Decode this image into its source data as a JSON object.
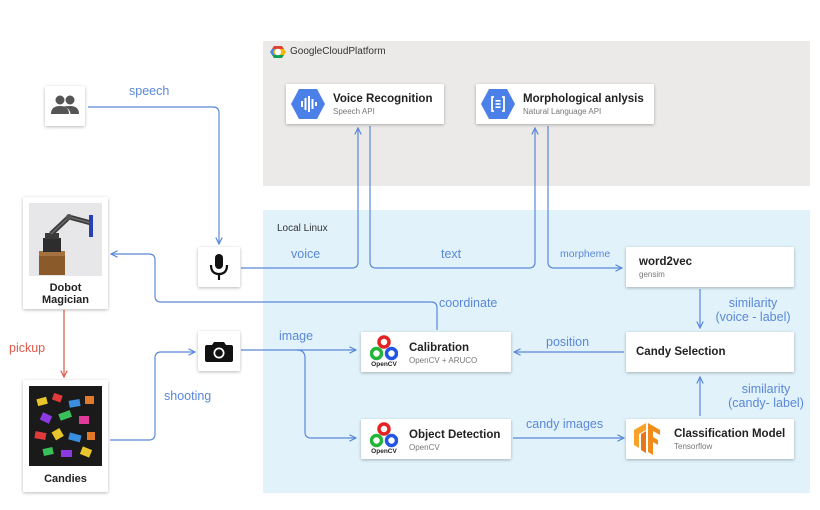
{
  "regions": {
    "gcp": "GoogleCloudPlatform",
    "local": "Local Linux"
  },
  "nodes": {
    "voice_recognition": {
      "title": "Voice Recognition",
      "sub": "Speech API"
    },
    "morphological": {
      "title": "Morphological anlysis",
      "sub": "Natural Language API"
    },
    "word2vec": {
      "title": "word2vec",
      "sub": "gensim"
    },
    "calibration": {
      "title": "Calibration",
      "sub": "OpenCV + ARUCO"
    },
    "candy_selection": {
      "title": "Candy Selection"
    },
    "object_detection": {
      "title": "Object Detection",
      "sub": "OpenCV"
    },
    "classification": {
      "title": "Classification Model",
      "sub": "Tensorflow"
    },
    "dobot": {
      "title_line1": "Dobot",
      "title_line2": "Magician"
    },
    "candies": {
      "title": "Candies"
    },
    "opencv_logo_text": "OpenCV"
  },
  "edges": {
    "speech": "speech",
    "voice": "voice",
    "text": "text",
    "morpheme": "morpheme",
    "coordinate": "coordinate",
    "image": "image",
    "position": "position",
    "similarity1_line1": "similarity",
    "similarity1_line2": "(voice - label)",
    "similarity2_line1": "similarity",
    "similarity2_line2": "(candy- label)",
    "candy_images": "candy images",
    "shooting": "shooting",
    "pickup": "pickup"
  },
  "colors": {
    "arrow_blue": "#5a88d8",
    "arrow_red": "#e05a4a",
    "gcp_bg": "#eceae8",
    "local_bg": "#e1f2fb",
    "gcp_icon": "#4a80e8"
  },
  "icons": [
    "users-icon",
    "microphone-icon",
    "camera-icon",
    "google-cloud-logo",
    "speech-api-icon",
    "natural-language-api-icon",
    "opencv-logo",
    "tensorflow-logo",
    "robot-arm-photo",
    "candies-photo"
  ]
}
